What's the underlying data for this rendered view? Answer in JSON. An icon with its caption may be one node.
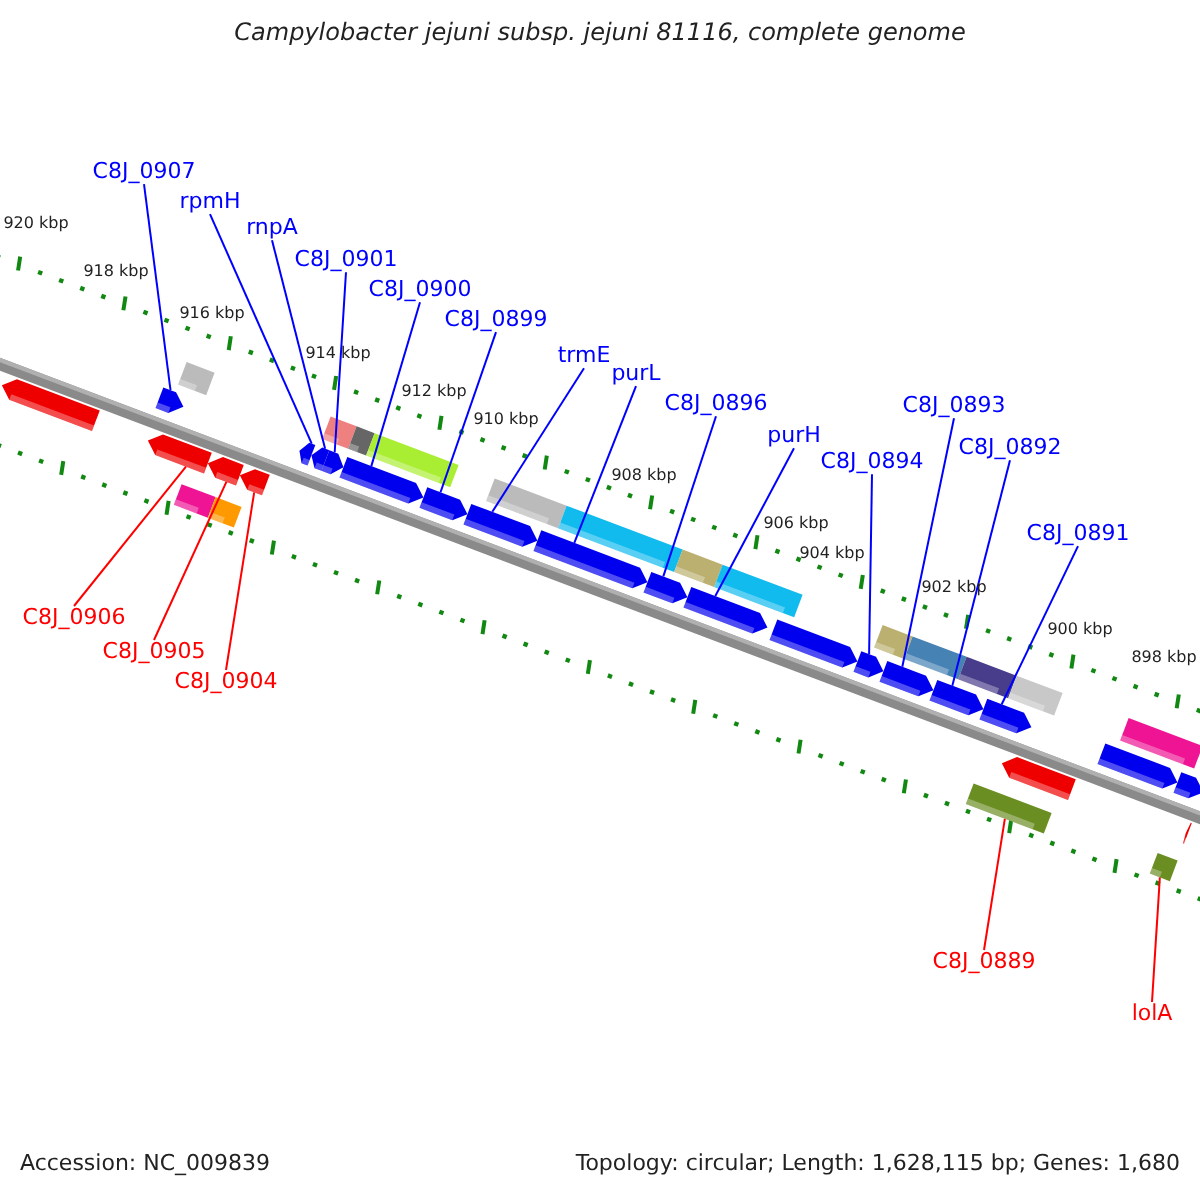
{
  "diagram": {
    "title": "Campylobacter jejuni subsp. jejuni 81116, complete genome",
    "nodes": [
      {
        "text": [
          "C8J_0907"
        ]
      },
      {
        "text": [
          "rpmH"
        ]
      },
      {
        "text": [
          "rnpA"
        ]
      },
      {
        "text": [
          "C8J_0901"
        ]
      },
      {
        "text": [
          "C8J_0900"
        ]
      },
      {
        "text": [
          "C8J_0899"
        ]
      },
      {
        "text": [
          "trmE"
        ]
      },
      {
        "text": [
          "purL"
        ]
      },
      {
        "text": [
          "C8J_0896"
        ]
      },
      {
        "text": [
          "purH"
        ]
      },
      {
        "text": [
          "C8J_0894"
        ]
      },
      {
        "text": [
          "C8J_0893"
        ]
      },
      {
        "text": [
          "C8J_0892"
        ]
      },
      {
        "text": [
          "C8J_0891"
        ]
      },
      {
        "text": [
          "C8J_0906"
        ]
      },
      {
        "text": [
          "C8J_0905"
        ]
      },
      {
        "text": [
          "C8J_0904"
        ]
      },
      {
        "text": [
          "C8J_0889"
        ]
      },
      {
        "text": [
          "lolA"
        ]
      },
      {
        "text": [],
        "shape": "bar"
      },
      {
        "text": [],
        "shape": "bar"
      },
      {
        "text": [],
        "shape": "bar"
      },
      {
        "text": [],
        "shape": "bar"
      },
      {
        "text": [],
        "shape": "bar"
      },
      {
        "text": [],
        "shape": "bar"
      },
      {
        "text": [],
        "shape": "bar"
      },
      {
        "text": [],
        "shape": "bar"
      },
      {
        "text": [],
        "shape": "bar"
      },
      {
        "text": [],
        "shape": "bar"
      },
      {
        "text": [],
        "shape": "bar"
      },
      {
        "text": [],
        "shape": "bar"
      },
      {
        "text": [],
        "shape": "bar"
      },
      {
        "text": [],
        "shape": "bar"
      },
      {
        "text": [],
        "shape": "bar"
      },
      {
        "text": [],
        "shape": "bar"
      },
      {
        "text": [],
        "shape": "bar"
      },
      {
        "text": [],
        "shape": "bar"
      },
      {
        "text": [],
        "shape": "bar"
      },
      {
        "text": [],
        "shape": "bar"
      },
      {
        "text": [],
        "shape": "bar"
      },
      {
        "text": [],
        "shape": "bar"
      },
      {
        "text": [],
        "shape": "bar"
      },
      {
        "text": [],
        "shape": "bar"
      },
      {
        "text": [],
        "shape": "bar"
      },
      {
        "text": [],
        "shape": "bar"
      },
      {
        "text": [],
        "shape": "bar"
      },
      {
        "text": [],
        "shape": "bar"
      },
      {
        "text": [],
        "shape": "bar"
      },
      {
        "text": [],
        "shape": "bar"
      },
      {
        "text": [],
        "shape": "bar"
      },
      {
        "text": [],
        "shape": "bar"
      },
      {
        "text": [],
        "shape": "bar"
      },
      {
        "text": [],
        "shape": "bar"
      },
      {
        "text": [],
        "shape": "bar"
      },
      {
        "text": [],
        "shape": "bar"
      },
      {
        "text": [],
        "shape": "bar"
      },
      {
        "text": [],
        "shape": "bar"
      },
      {
        "text": [],
        "shape": "bar"
      },
      {
        "text": [],
        "shape": "bar"
      }
    ],
    "edges": [
      {
        "from": 0,
        "to": 19,
        "arrow": "none"
      },
      {
        "from": 1,
        "to": 20,
        "arrow": "none"
      },
      {
        "from": 2,
        "to": 21,
        "arrow": "none"
      },
      {
        "from": 3,
        "to": 22,
        "arrow": "none"
      },
      {
        "from": 4,
        "to": 23,
        "arrow": "none"
      },
      {
        "from": 5,
        "to": 24,
        "arrow": "none"
      },
      {
        "from": 6,
        "to": 25,
        "arrow": "none"
      },
      {
        "from": 7,
        "to": 26,
        "arrow": "none"
      },
      {
        "from": 8,
        "to": 27,
        "arrow": "none"
      },
      {
        "from": 9,
        "to": 28,
        "arrow": "none"
      },
      {
        "from": 10,
        "to": 30,
        "arrow": "none"
      },
      {
        "from": 11,
        "to": 31,
        "arrow": "none"
      },
      {
        "from": 12,
        "to": 32,
        "arrow": "none"
      },
      {
        "from": 13,
        "to": 33,
        "arrow": "none"
      },
      {
        "from": 14,
        "to": 50,
        "arrow": "none",
        "color": "#ff0000"
      },
      {
        "from": 15,
        "to": 51,
        "arrow": "none",
        "color": "#ff0000"
      },
      {
        "from": 16,
        "to": 52,
        "arrow": "none",
        "color": "#ff0000"
      },
      {
        "from": 17,
        "to": 57,
        "arrow": "none",
        "color": "#ff0000"
      },
      {
        "from": 18,
        "to": 58,
        "arrow": "none",
        "color": "#ff0000"
      }
    ],
    "labels": [
      "920 kbp",
      "918 kbp",
      "916 kbp",
      "914 kbp",
      "912 kbp",
      "910 kbp",
      "908 kbp",
      "906 kbp",
      "904 kbp",
      "902 kbp",
      "900 kbp",
      "898 kbp",
      "Accession: NC_009839",
      "Topology: circular; Length: 1,628,115 bp; Genes: 1,680"
    ]
  }
}
